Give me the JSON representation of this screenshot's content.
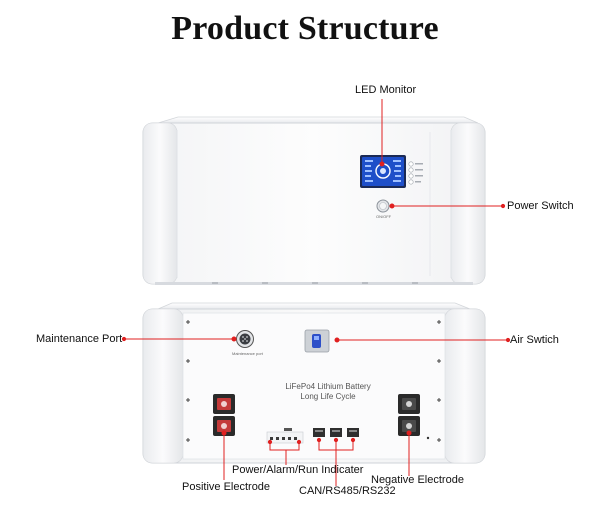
{
  "title": "Product Structure",
  "labels": {
    "led_monitor": "LED Monitor",
    "power_switch": "Power Switch",
    "maintenance_port": "Maintenance Port",
    "air_switch": "Air Swtich",
    "positive_electrode": "Positive Electrode",
    "power_alarm_run": "Power/Alarm/Run Indicater",
    "can_rs485": "CAN/RS485/RS232",
    "negative_electrode": "Negative Electrode"
  },
  "device": {
    "battery_line1": "LiFePo4 Lithium Battery",
    "battery_line2": "Long Life Cycle",
    "onoff_text": "ON/OFF",
    "maintenance_small": "Maintenance port"
  },
  "colors": {
    "leader": "#e02020",
    "lcd": "#1e4fc9",
    "terminal_red": "#c43a3a",
    "terminal_black": "#2a2a2a"
  }
}
